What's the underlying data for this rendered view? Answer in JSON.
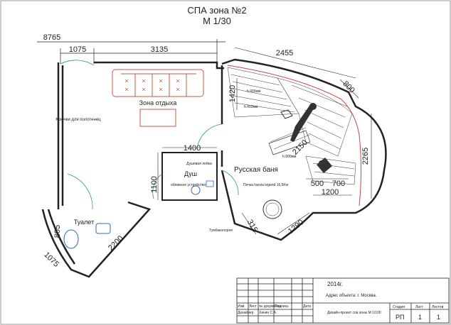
{
  "title": "СПА зона №2",
  "scale": "М 1/30",
  "dimensions": {
    "d8765": "8765",
    "d1075_top": "1075",
    "d3135": "3135",
    "d2455": "2455",
    "d800": "800",
    "d2265": "2265",
    "d1420": "1420",
    "d1400": "1400",
    "d1100": "1100",
    "d2150": "2150",
    "d500": "500",
    "d700": "700",
    "d1200": "1200",
    "d805": "805",
    "d2200": "2200",
    "d1075_bottom": "1075",
    "d315": "315",
    "d1290": "1290"
  },
  "rooms": {
    "rest": "Зона отдыха",
    "shower": "Душ",
    "toilet": "Туалет",
    "banya": "Русская баня"
  },
  "labels": {
    "hooks": "Крючки для полотенец",
    "shower_can": "Душевая лейка",
    "pour_device": "обливное устройство",
    "stove": "Печка harvia legend 16,5Kw",
    "h900": "h.900мм",
    "h450": "h.450мм",
    "h900b": "h.900мм",
    "tumba": "Тумбаколорне"
  },
  "stamp": {
    "year": "2014г.",
    "address": "Адрес объекта: г. Москва.",
    "col_izm": "Изм.",
    "col_list": "Лист",
    "col_ndoc": "№ документа",
    "col_sign": "Подпись",
    "col_date": "Дата",
    "role": "Дизайнер",
    "name": "Хачин С.А.",
    "project_desc": "Дизайн-проект спа зоны М 1/100",
    "h_stage": "Стадия",
    "h_sheet": "Лист",
    "h_sheets": "Листов",
    "stage": "РП",
    "sheet": "1",
    "sheets": "1"
  }
}
